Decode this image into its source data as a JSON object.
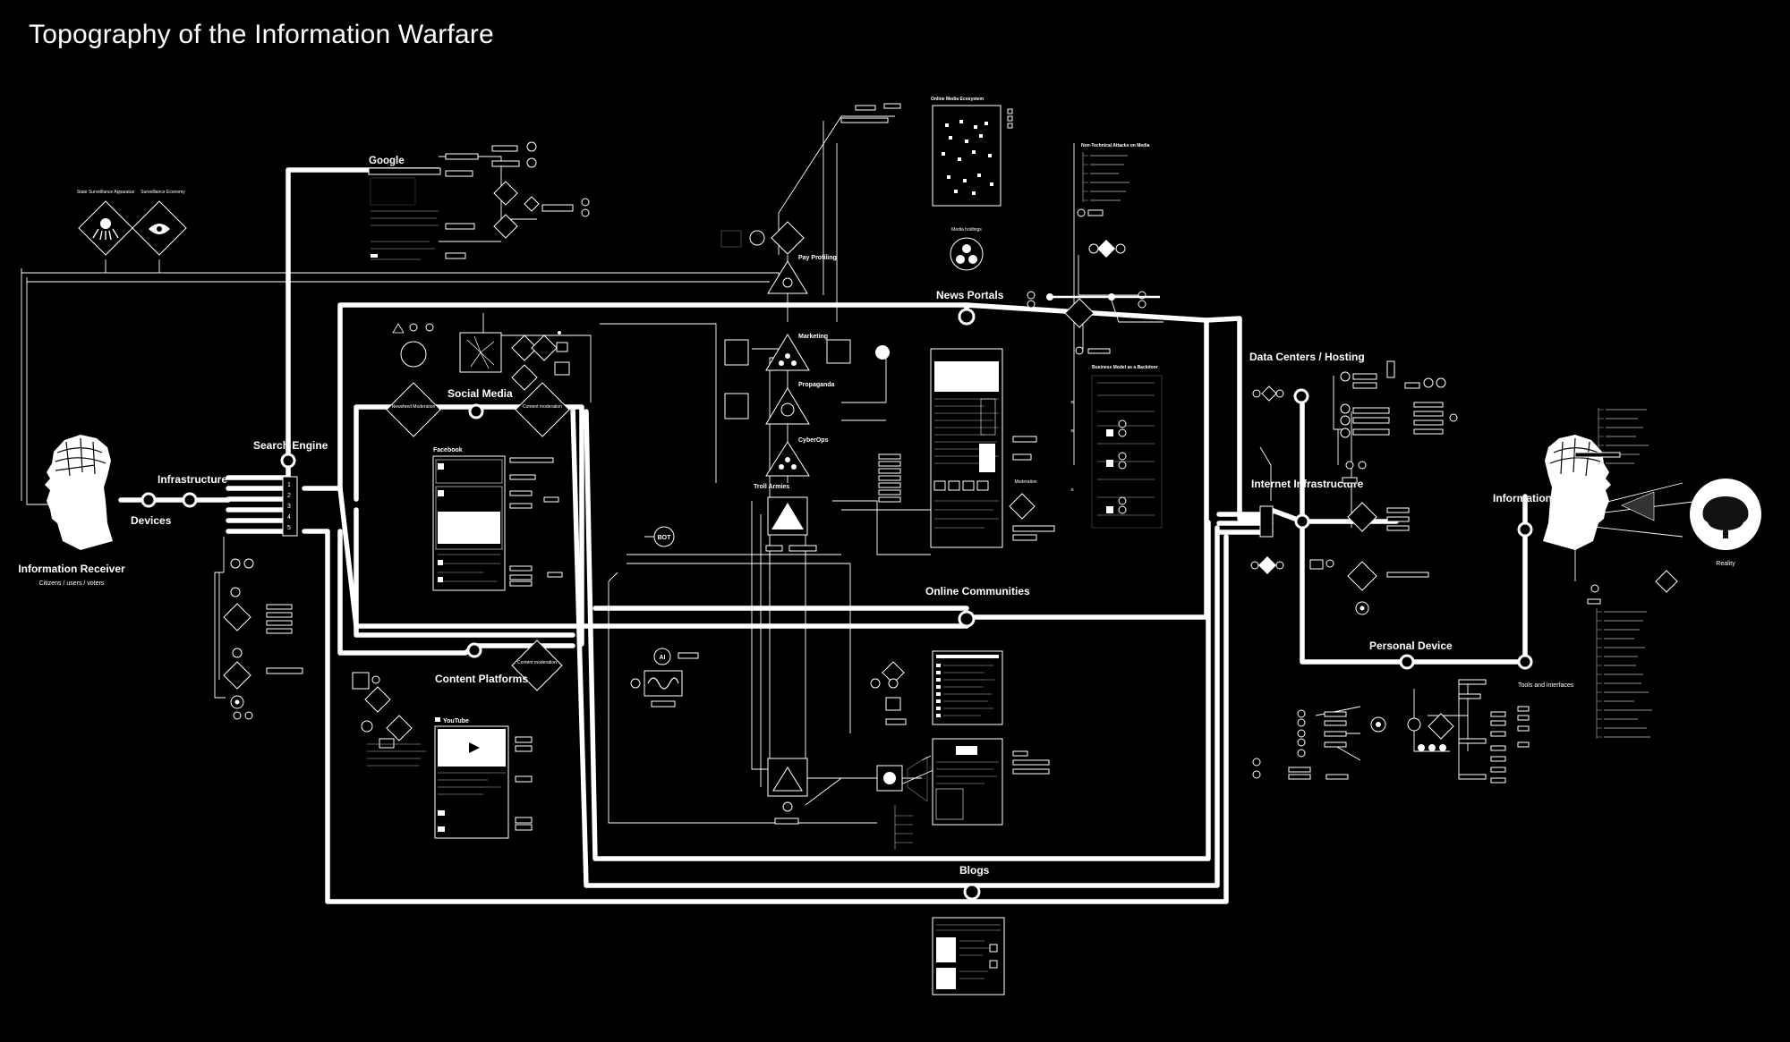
{
  "title": "Topography of the Information Warfare",
  "labels": {
    "information_receiver": "Information Receiver",
    "receiver_sub": "Citizens / users / voters",
    "devices": "Devices",
    "infrastructure": "Infrastructure",
    "search_engine": "Search Engine",
    "google": "Google",
    "social_media": "Social Media",
    "newsfeed_moderation": "Newsfeed Moderation",
    "content_moderation": "Content moderation",
    "facebook": "Facebook",
    "content_platforms": "Content Platforms",
    "youtube": "YouTube",
    "news_portals": "News Portals",
    "online_communities": "Online Communities",
    "blogs": "Blogs",
    "online_media_ecosystem": "Online Media Ecosystem",
    "non_technical_attacks": "Non-Technical Attacks on Media",
    "business_model": "Business Model as a Backdoor",
    "pay_profiling": "Pay Profiling",
    "marketing": "Marketing",
    "propaganda": "Propaganda",
    "cyberops": "CyberOps",
    "troll_armies": "Troll Armies",
    "bot": "BOT",
    "ai": "AI",
    "data_centers": "Data Centers / Hosting",
    "internet_infrastructure": "Internet Infrastructure",
    "personal_device": "Personal Device",
    "tools_interfaces": "Tools and interfaces",
    "information_worker": "Information Worker",
    "reality": "Reality",
    "state_surveillance": "State Surveillance Apparatus",
    "surveillance_economy": "Surveillance Economy",
    "moderation": "Moderation",
    "media_holdings": "Media holdings"
  },
  "router_numbers": [
    "1",
    "2",
    "3",
    "4",
    "5"
  ],
  "colors": {
    "background": "#000000",
    "foreground": "#ffffff"
  },
  "icons": [
    "head-profile-icon",
    "tree-icon",
    "octopus-icon",
    "eye-icon",
    "pyramid-icon",
    "play-icon"
  ]
}
